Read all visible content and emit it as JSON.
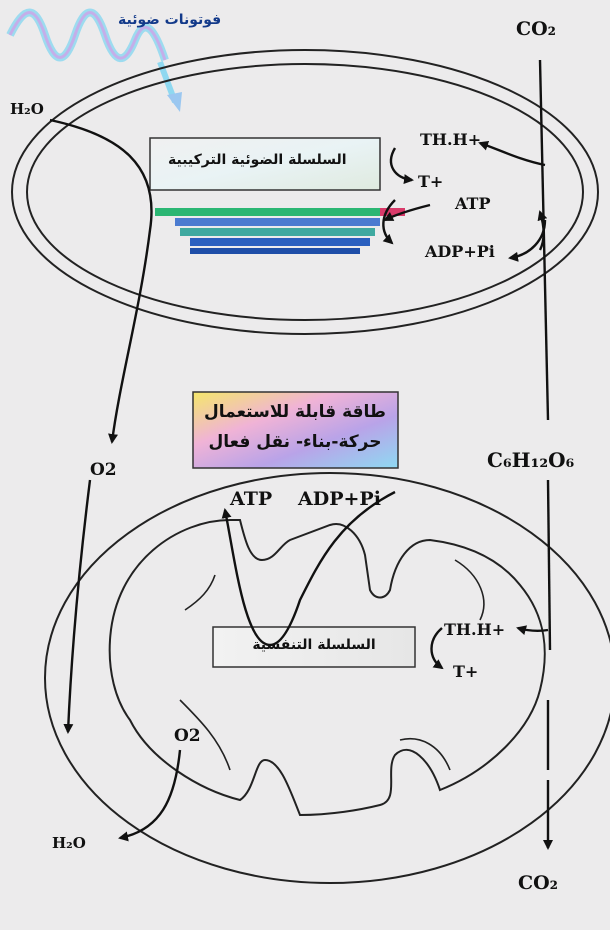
{
  "labels": {
    "photons": "فوتونات ضوئية",
    "h2o_in": "H₂O",
    "co2_top": "CO₂",
    "photo_chain": "السلسلة الضوئية التركيبية",
    "th_h_top": "TH.H+",
    "t_plus_top": "T+",
    "atp_top": "ATP",
    "adp_pi_top": "ADP+Pi",
    "energy_line1": "طاقة قابلة للاستعمال",
    "energy_line2": "حركة-بناء- نقل فعال",
    "o2_left": "O2",
    "glucose": "C₆H₁₂O₆",
    "atp_mid": "ATP",
    "adp_pi_mid": "ADP+Pi",
    "resp_chain": "السلسلة التنفسية",
    "th_h_bottom": "TH.H+",
    "t_plus_bottom": "T+",
    "o2_bottom": "O2",
    "h2o_out": "H₂O",
    "co2_bottom": "CO₂"
  },
  "colors": {
    "membrane": "#222222",
    "background": "#ecebec",
    "thylakoid_stack": [
      "#2bb673",
      "#d93a6a",
      "#4b7bd0",
      "#3fa9a0",
      "#2a5fbf"
    ],
    "photon_wave": [
      "#7fd6f0",
      "#c9a8e8"
    ]
  }
}
